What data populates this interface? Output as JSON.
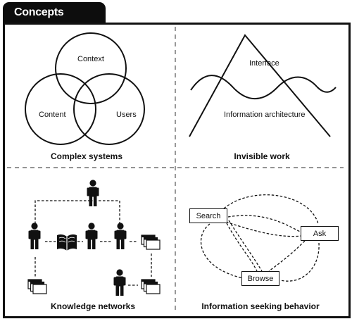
{
  "header": {
    "title": "Concepts"
  },
  "panels": {
    "complex_systems": {
      "caption": "Complex systems",
      "circles": {
        "top": "Context",
        "left": "Content",
        "right": "Users"
      }
    },
    "invisible_work": {
      "caption": "Invisible work",
      "labels": {
        "top": "Interface",
        "bottom": "Information architecture"
      }
    },
    "knowledge_networks": {
      "caption": "Knowledge networks"
    },
    "information_seeking": {
      "caption": "Information seeking behavior",
      "nodes": {
        "search": "Search",
        "ask": "Ask",
        "browse": "Browse"
      }
    }
  }
}
